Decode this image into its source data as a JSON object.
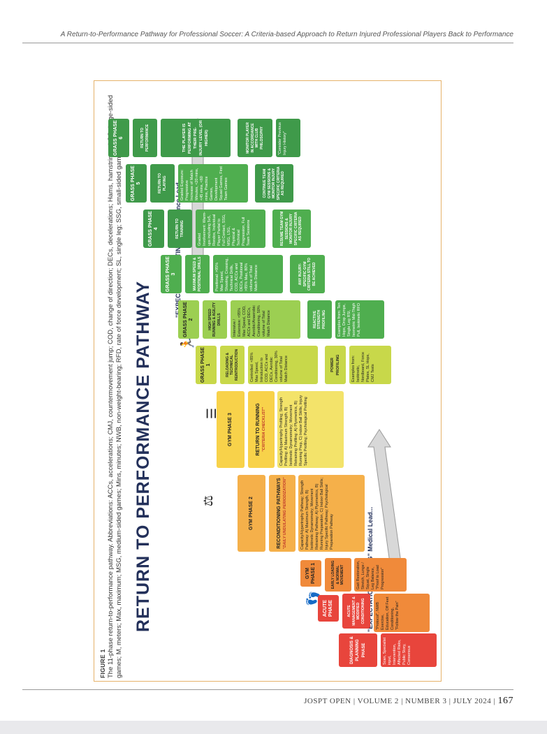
{
  "running_head": "A Return-to-Performance Pathway for Professional Soccer: A Criteria-based Approach to Return Injured Professional Players Back to Performance",
  "footer": {
    "journal": "JOSPT OPEN",
    "volume": "VOLUME 2",
    "number": "NUMBER 3",
    "date": "JULY 2024",
    "page": "167"
  },
  "figure": {
    "label": "FIGURE 1",
    "caption": "The 11-phase return-to-performance pathway. Abbreviations: ACCs, accelerations; CMJ, countermovement jump; COD, change of direction; DECs, decelerations; Hams, hamstrings; LSG, large-sided games; M, meters; Max, maximum; MSG, medium-sided games; Mins, minutes; NWB, non-weight-bearing; RFD, rate of force development; SL, single leg; SSG, small-sided games.",
    "title": "RETURN TO PERFORMANCE PATHWAY",
    "phases": [
      {
        "title": "DIAGNOSIS & PLANNING PHASE",
        "detail": "Scan, Specialist input, Intervention, Affected Risks, Public Story, Consensus"
      },
      {
        "title": "ACUTE PHASE",
        "sub": "ACUTE MANAGEMENT & MODIFIED CONDITIONING",
        "detail": "\"Protocol\", NWB Exercise, Education, Off Feet Conditioning, \"Follow the Pain\""
      },
      {
        "title": "GYM PHASE 1",
        "sub": "EARLY LOADING & NORMAL MOVEMENT",
        "detail": "Gait Restoration, Stretch, Lunge / Squat, Single Leg Balance, \"Proof to Load Progression\""
      },
      {
        "title": "GYM PHASE 2",
        "sub": "RECONDITIONING PATHWAYS",
        "note": "\"DAILY UNDULATING PERIODIZATION\"",
        "detail": "Capacity/Hypertrophy Pathway; Strength Pathway: A) Maximum Strength, B) Isokinetic Dynamometry; Movement Retraining Pathway: A) Plyometrics, B) Running Preparation, C) Indoor Ball Skills; Injury Specific Pathway; Psychological Preparation Pathway"
      },
      {
        "title": "GYM PHASE 3",
        "sub": "RETURN TO RUNNING",
        "note": "\"CRITERIA CHECKLIST\"",
        "detail": "Capacity/Hypertrophy Profiling; Strength Profiling: A) Maximum Strength, B) Isokinetic Dynamometry; Movement Retraining Profiling: A) Plyometrics, B) Running Prep, C) Indoor Ball Skills; Injury Specific Profiling; Psychological Profiling"
      }
    ],
    "grass_phases": [
      {
        "title": "GRASS PHASE 1",
        "sub": "RELOADING & TECHNICAL REINTRODUCTION",
        "detail": "Controlled: <85% Max Speed, Introduction to COD, ACCs and DECs, Aerobic Conditioning, 30% volume of Total Match Distance",
        "profile": "POWER PROFILING",
        "profile_detail": "Examples from: Isokinetic, Nordboard, Force Plates, SL Hops, CMJ Tests"
      },
      {
        "title": "GRASS PHASE 2",
        "sub": "HIGH SPEED RUNNING & AGILITY DRILLS",
        "detail": "Intensive / Extensive: <95% Max Speed, COD, ACCs and DECs, Aerobic/Anaerobic Conditioning, 50% volume of Total Match Distance",
        "profile": "REACTIVE STRENGTH PROFILING",
        "profile_detail": "Examples from: Ten Hops, Drop Jumps, Single Leg RSI, Isometric Mid-Thigh Pull, Isokinetic RFD"
      },
      {
        "title": "GRASS PHASE 3",
        "sub": "MAXIMUM SPEED & POSITIONAL DRILLS",
        "detail": "Positional: >95% Max Speed, Shooting, Crossing, Technical Drills, COD, ACCs and DECs, Positional >95% Max, 80% volume of Total Match Distance",
        "profile": "ANY INJURY-SPECIFIC GYM CRITERIA STILL TO BE ACHIEVED"
      },
      {
        "title": "GRASS PHASE 4",
        "sub": "RETURN TO TRAINING",
        "detail": "Graded Involvement: Warm-ups including 5v5, Rondos, Individual Player Partial to Full Contact, SSG, MSG, LSG, Physical & Technical Progression, Full Team Sessions",
        "profile": "RESUME TEAM GYM SESSIONS & MONITOR INJURY SPECIFIC CRITERIA AS REQUIRED"
      },
      {
        "title": "GRASS PHASE 5",
        "sub": "RETURN TO PLAYING",
        "detail": "Graded Exposure: Progressive Increase of Match Minutes, <20 mins, <45 mins, <60 mins, Practice Games, Development Squad Games, First Team Games",
        "profile": "CONTINUE TEAM GYM SESSIONS & MONITOR INJURY SPECIFIC CRITERIA AS REQUIRED"
      },
      {
        "title": "GRASS PHASE 6",
        "sub": "RETURN TO PERFORMANCE",
        "detail": "THE PLAYER IS PERFORMING AT THEIR PRE-INJURY LEVEL (OR HIGHER)",
        "profile": "MONITOR PLAYER IN ACCORDANCE WITH CLUB PHILOSOPHY",
        "profile_detail": "\"Consider Previous Injury History\""
      }
    ],
    "expectation_medical": "\"EXPECTATION SETTING\" Medical Lead...",
    "expectation_performance": "\"EXPECTATION SETTING\" Performance Lead...",
    "icons": [
      "footprints-icon",
      "dumbbell-icon",
      "checklist-icon",
      "runner-icon",
      "goal-icon"
    ],
    "colors": {
      "red": "#e8453c",
      "orange": "#f08a3a",
      "yellow": "#f8d24a",
      "green": "#4fae4f",
      "title": "#23305a",
      "frame": "#e6b26a"
    }
  }
}
